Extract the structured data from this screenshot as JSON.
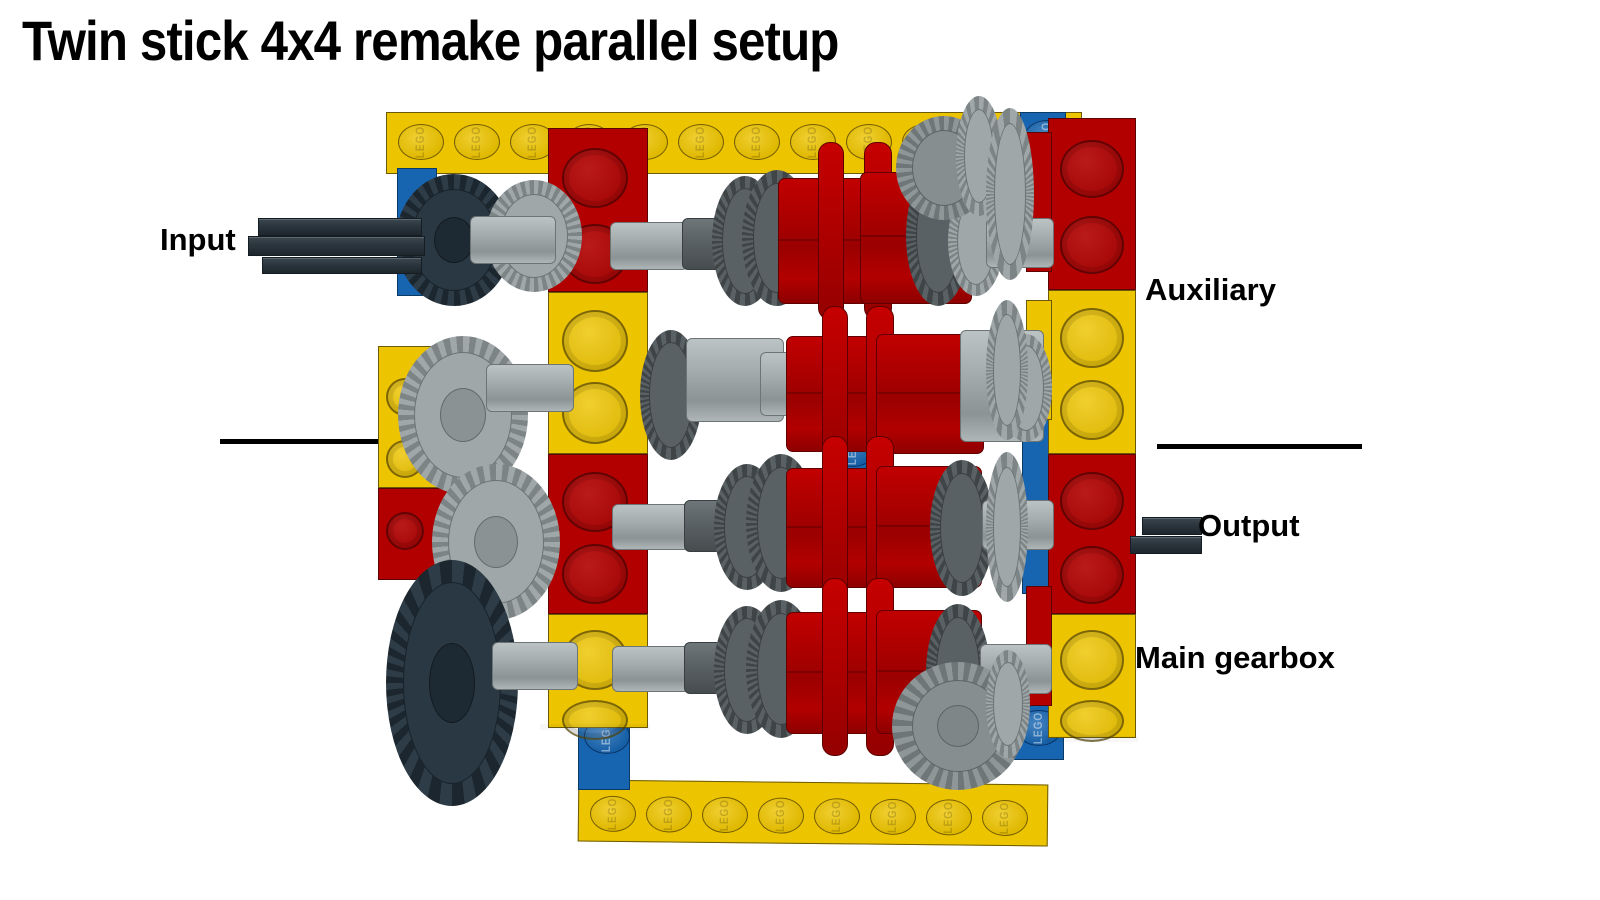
{
  "page": {
    "title": "Twin stick 4x4 remake parallel setup",
    "background_color": "#ffffff"
  },
  "labels": {
    "input": "Input",
    "auxiliary": "Auxiliary",
    "output": "Output",
    "main_gearbox": "Main gearbox"
  },
  "colors": {
    "lego_yellow": "#EDC400",
    "lego_red": "#B20000",
    "lego_blue": "#1765B0",
    "light_gray": "#9FA7A8",
    "dark_gray": "#5A6164",
    "dark_navy": "#2A3843",
    "axle_dark": "#2B353D",
    "text": "#000000"
  },
  "studs": {
    "embossed_text": "LEGO",
    "top_beam_count": 8,
    "bottom_beam_count": 8
  },
  "model": {
    "subject": "LEGO Technic twin-stick 4x4 parallel gearbox",
    "shaft_rows": 4,
    "clutch_drum_count": 4,
    "divider_lines": 2
  }
}
